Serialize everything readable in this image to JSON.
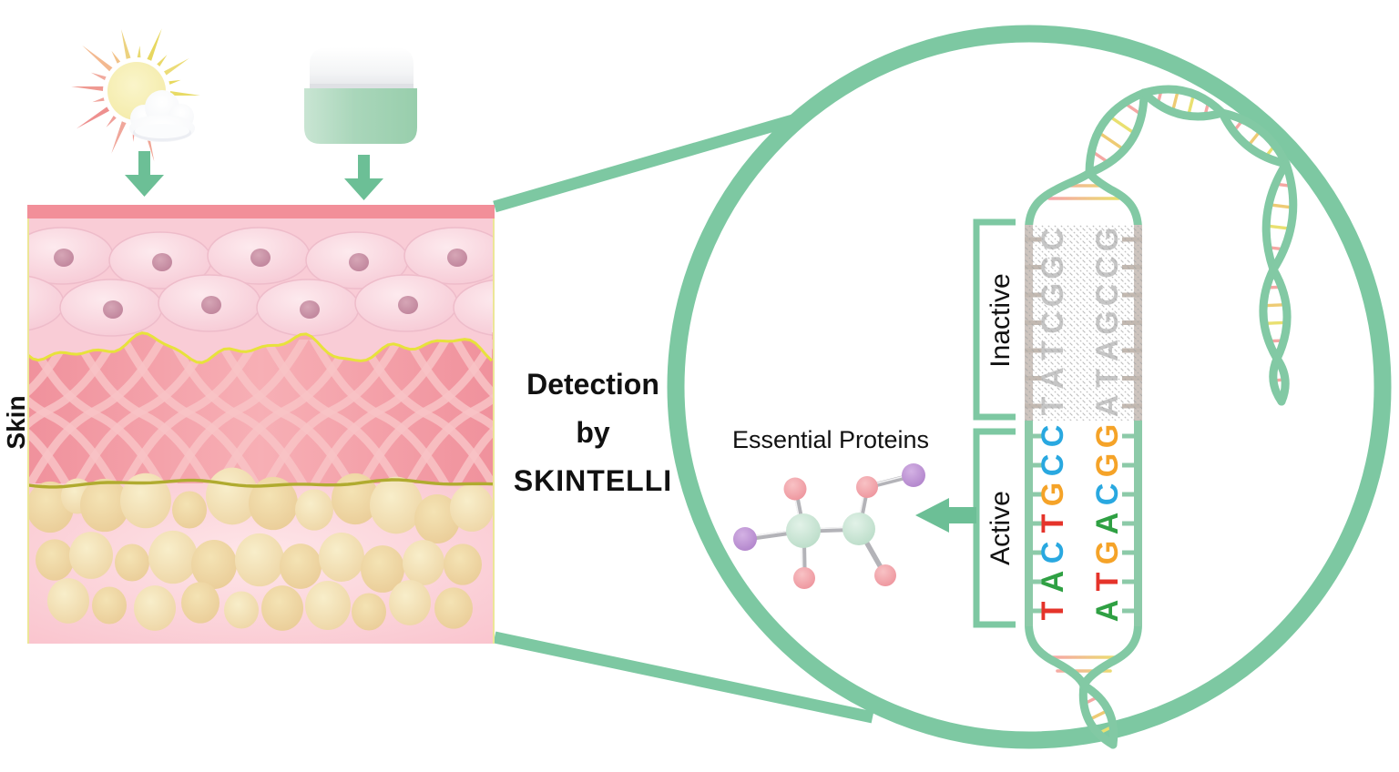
{
  "title": "Skin DNA detection illustration",
  "labels": {
    "skin": "Skin",
    "detection": [
      "Detection",
      "by",
      "SKINTELLI"
    ],
    "essential_proteins": "Essential Proteins",
    "inactive": "Inactive",
    "active": "Active"
  },
  "icons": {
    "sun_cloud": "sun-cloud-icon",
    "cream_jar": "cream-jar-icon",
    "down_arrow": "down-arrow-icon",
    "left_arrow": "left-arrow-icon",
    "zoom_circle": "zoom-circle",
    "dna": "dna-helix-icon",
    "molecule": "protein-molecule-icon"
  },
  "dna": {
    "base_colors": {
      "A": "#2fa043",
      "T": "#e5332a",
      "C": "#29a8e0",
      "G": "#f5a328"
    },
    "inactive_letter_color": "#c6c6c6",
    "regions": [
      {
        "label": "Inactive",
        "state": "inactive",
        "left_strand": "CGGCTAT",
        "right_strand": "GCCGATA"
      },
      {
        "label": "Active",
        "state": "active",
        "left_strand": "CCGTCAT",
        "right_strand": "GGCAGTA"
      }
    ]
  },
  "colors": {
    "accent_green": "#7dc8a2",
    "arrow_green": "#6cbf96",
    "skin_surface": "#f28f99",
    "epidermis": "#f9ccd6",
    "dermis": "#f0929d",
    "hypodermis": "#fbc9d1",
    "fat_cell": "#eed3a2",
    "boundary_yellow": "#e7e23b",
    "boundary_olive": "#b0ab2f",
    "molecule_mint": "#cfe8d8",
    "molecule_pink": "#f2a0a8",
    "molecule_purple": "#bb8fd2",
    "text": "#111111"
  }
}
